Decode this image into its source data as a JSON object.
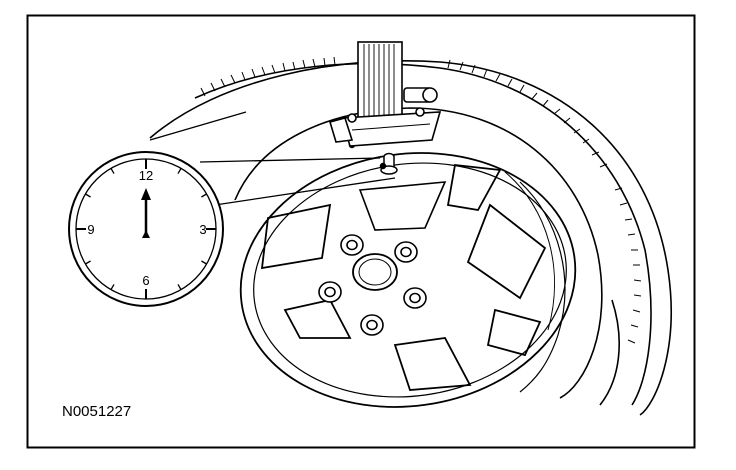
{
  "figure_id": "N0051227",
  "clock": {
    "numerals": {
      "top": "12",
      "right": "3",
      "bottom": "6",
      "left": "9"
    },
    "hand_points_to": "12"
  },
  "colors": {
    "line": "#000000",
    "fill": "#ffffff"
  },
  "icons": [
    "clock-icon",
    "tire-icon",
    "wheel-rim-icon",
    "lug-nut-icon",
    "valve-stem-icon",
    "tire-changer-head-icon"
  ]
}
